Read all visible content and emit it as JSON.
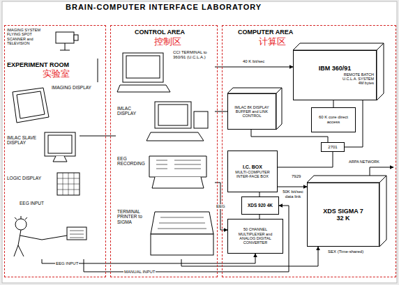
{
  "diagram": {
    "title": "BRAIN-COMPUTER INTERFACE LABORATORY",
    "nodes": [
      {
        "text": [
          "EXPERIMENT ROOM",
          "实验室"
        ]
      },
      {
        "text": [
          "IMAGING SYSTEM FLYING SPOT SCANNER and TELEVISION"
        ],
        "in": 0
      },
      {
        "text": [
          "IMAGING DISPLAY"
        ],
        "in": 0
      },
      {
        "text": [
          "IMLAC SLAVE DISPLAY"
        ],
        "in": 0
      },
      {
        "text": [
          "LOGIC DISPLAY"
        ],
        "in": 0
      },
      {
        "text": [
          "EEG INPUT"
        ],
        "in": 0
      },
      {
        "text": [
          "CONTROL AREA",
          "控制区"
        ]
      },
      {
        "text": [
          "CCI TERMINAL to 360/91 (U.C.L.A.)"
        ],
        "in": 6
      },
      {
        "text": [
          "IMLAC DISPLAY"
        ],
        "in": 6
      },
      {
        "text": [
          "EEG RECORDING"
        ],
        "in": 6
      },
      {
        "text": [
          "TERMINAL PRINTER to SIGMA"
        ],
        "in": 6
      },
      {
        "text": [
          "COMPUTER AREA",
          "计算区"
        ]
      },
      {
        "text": [
          "IBM 360/91",
          "REMOTE BATCH U.C.L.A. SYSTEM 4M bytes"
        ],
        "in": 11
      },
      {
        "text": [
          "IMLAC 8K DISPLAY BUFFER and LINK CONTROL"
        ],
        "in": 11
      },
      {
        "text": [
          "60 K core direct access"
        ],
        "in": 11
      },
      {
        "text": [
          "2701"
        ],
        "in": 11
      },
      {
        "text": [
          "I.C. BOX",
          "MULTI-COMPUTER INTER-FACE BOX"
        ],
        "in": 11
      },
      {
        "text": [
          "XDS 920 4K"
        ],
        "in": 11
      },
      {
        "text": [
          "50 CHANNEL MULTIPLEXER and ANALOG DIGITAL CONVERTER"
        ],
        "in": 11
      },
      {
        "text": [
          "XDS SIGMA 7 32 K"
        ],
        "in": 11
      }
    ],
    "edges": [
      {
        "from": 7,
        "to": 12,
        "arrow": "to",
        "label": "40 K bit/sec"
      },
      {
        "from": 8,
        "to": 13,
        "arrow": "none"
      },
      {
        "from": 13,
        "to": 15,
        "arrow": "none"
      },
      {
        "from": 15,
        "to": 12,
        "arrow": "none"
      },
      {
        "from": 14,
        "to": 12,
        "arrow": "none"
      },
      {
        "from": 16,
        "to": 15,
        "arrow": "none"
      },
      {
        "from": 16,
        "to": 19,
        "arrow": "to",
        "label": "50K bit/sec data link"
      },
      {
        "from": 17,
        "to": 16,
        "arrow": "none"
      },
      {
        "from": 18,
        "to": 17,
        "arrow": "none"
      },
      {
        "from": 9,
        "to": 18,
        "arrow": "to",
        "label": "EEG"
      },
      {
        "from": 5,
        "to": 18,
        "arrow": "to",
        "label": "EEG INPUT"
      },
      {
        "from": 5,
        "to": 17,
        "arrow": "to",
        "label": "MANUAL INPUT"
      },
      {
        "from": 10,
        "to": 19,
        "arrow": "to"
      },
      {
        "from": 1,
        "to": 2,
        "arrow": "none"
      },
      {
        "from": 3,
        "to": 8,
        "arrow": "none"
      }
    ],
    "labels": [
      "7929",
      "SEX (Time-shared)",
      "ARPA NETWORK"
    ]
  }
}
